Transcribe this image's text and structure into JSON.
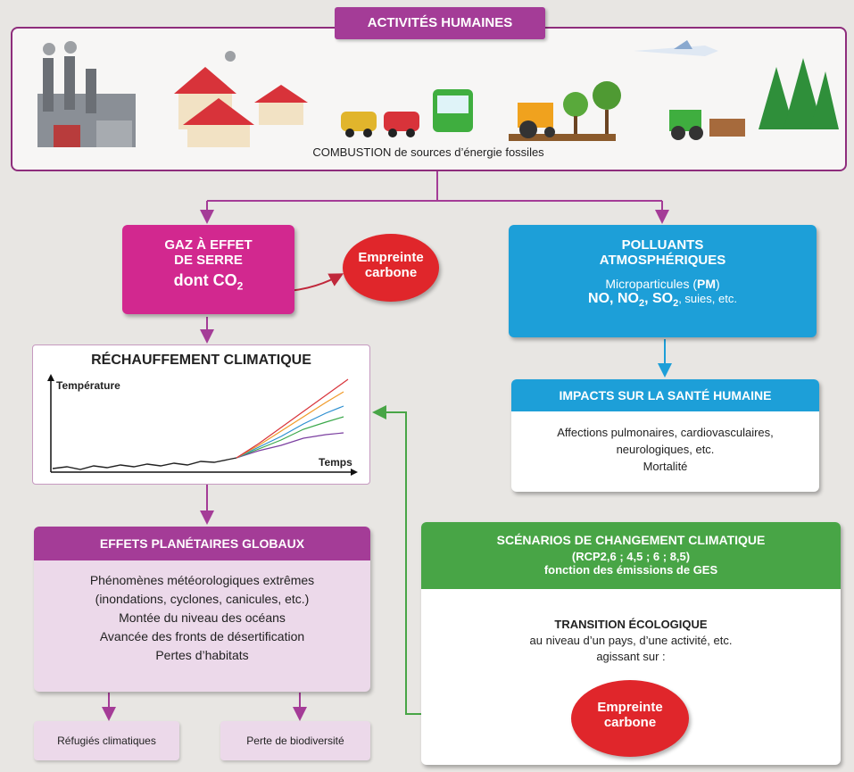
{
  "activities": {
    "title": "ACTIVITÉS HUMAINES",
    "combustion": "COMBUSTION de sources d’énergie fossiles"
  },
  "gaz": {
    "line1": "GAZ À EFFET",
    "line2": "DE SERRE",
    "line3_prefix": "dont CO",
    "line3_sub": "2"
  },
  "empreinte_top": {
    "line1": "Empreinte",
    "line2": "carbone"
  },
  "polluants": {
    "line1": "POLLUANTS",
    "line2": "ATMOSPHÉRIQUES",
    "line3_prefix": "Microparticules (",
    "line3_pm": "PM",
    "line3_suffix": ")",
    "no": "NO, NO",
    "no2_sub": "2",
    "so": ", SO",
    "so2_sub": "2",
    "suies": ", suies, etc."
  },
  "impacts": {
    "title": "IMPACTS SUR LA SANTÉ HUMAINE",
    "line1": "Affections pulmonaires, cardiovasculaires,",
    "line2": "neurologiques, etc.",
    "line3": "Mortalité"
  },
  "rechauffement": {
    "title": "RÉCHAUFFEMENT CLIMATIQUE",
    "ylabel": "Température",
    "xlabel": "Temps"
  },
  "effets": {
    "title": "EFFETS PLANÉTAIRES GLOBAUX",
    "line1": "Phénomènes météorologiques extrêmes",
    "line2": "(inondations, cyclones, canicules, etc.)",
    "line3": "Montée du niveau des océans",
    "line4": "Avancée des fronts de désertification",
    "line5": "Pertes d’habitats"
  },
  "refugies": "Réfugiés climatiques",
  "biodiversite": "Perte de biodiversité",
  "scenarios": {
    "title": "SCÉNARIOS DE CHANGEMENT CLIMATIQUE",
    "rcp": "(RCP2,6 ; 4,5 ; 6 ; 8,5)",
    "fonction": "fonction des émissions de GES",
    "transition": "TRANSITION ÉCOLOGIQUE",
    "niveau": "au niveau d’un pays, d’une activité, etc.",
    "agissant": "agissant sur :"
  },
  "empreinte_bottom": {
    "line1": "Empreinte",
    "line2": "carbone"
  },
  "colors": {
    "purple": "#a43c97",
    "magenta": "#d2288f",
    "blue": "#1d9fd8",
    "green": "#48a546",
    "red": "#e0262b"
  }
}
